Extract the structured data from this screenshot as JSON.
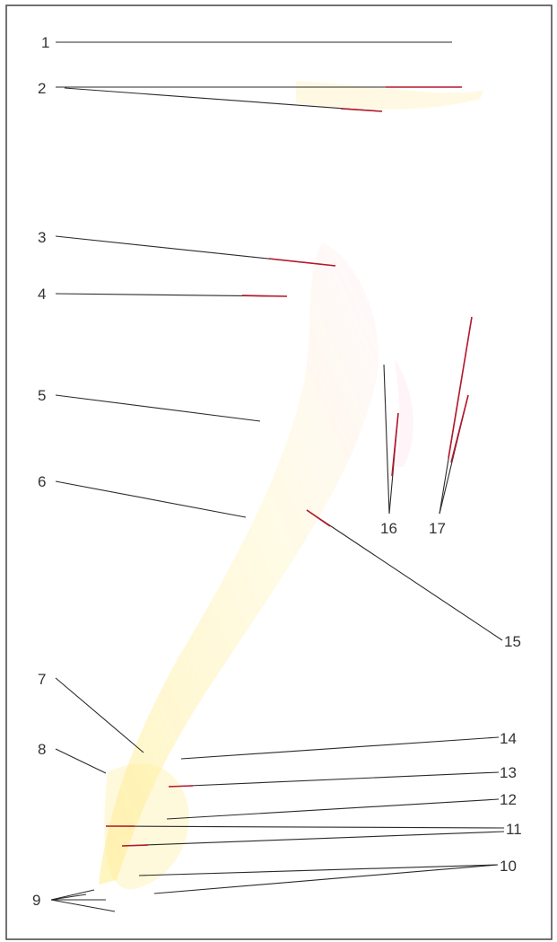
{
  "labels": {
    "l1": "1",
    "l2": "2",
    "l3": "3",
    "l4": "4",
    "l5": "5",
    "l6": "6",
    "l7": "7",
    "l8": "8",
    "l9": "9",
    "l10": "10",
    "l11": "11",
    "l12": "12",
    "l13": "13",
    "l14": "14",
    "l15": "15",
    "l16": "16",
    "l17": "17"
  },
  "colors": {
    "leader": "#2a2a2a",
    "leader_tip": "#b5182b",
    "specimen_glow": "#fff3a8",
    "frame": "#444444"
  }
}
